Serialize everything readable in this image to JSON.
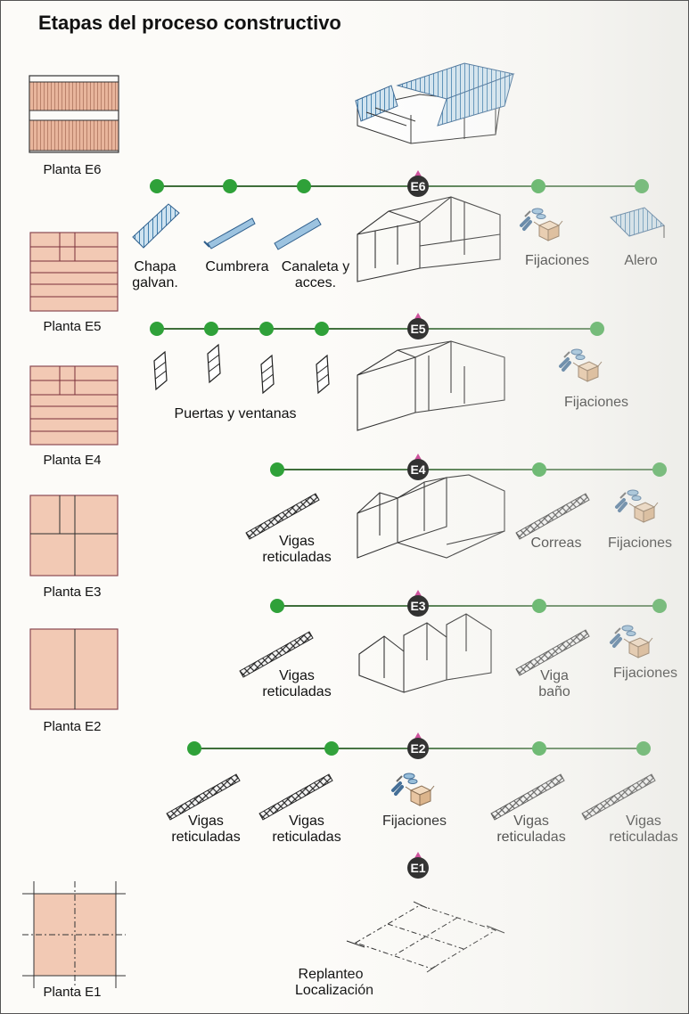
{
  "title": "Etapas del proceso constructivo",
  "colors": {
    "timeline_line": "#3e6e3a",
    "node_fill": "#2fa139",
    "badge_fill": "#111111",
    "badge_marker": "#c8378f",
    "plan_fill": "#f2c9b4",
    "plan_stroke": "#8a4a52"
  },
  "plans": [
    {
      "id": "E6",
      "caption": "Planta E6"
    },
    {
      "id": "E5",
      "caption": "Planta E5"
    },
    {
      "id": "E4",
      "caption": "Planta E4"
    },
    {
      "id": "E3",
      "caption": "Planta E3"
    },
    {
      "id": "E2",
      "caption": "Planta E2"
    },
    {
      "id": "E1",
      "caption": "Planta E1"
    }
  ],
  "stages": [
    {
      "id": "E6",
      "badge": "E6",
      "items": [
        {
          "icon": "corrugated-sheet-icon",
          "label": "Chapa galvan."
        },
        {
          "icon": "ridge-cap-icon",
          "label": "Cumbrera"
        },
        {
          "icon": "gutter-icon",
          "label": "Canaleta y acces."
        },
        {
          "icon": "fasteners-icon",
          "label": "Fijaciones"
        },
        {
          "icon": "eave-icon",
          "label": "Alero"
        }
      ]
    },
    {
      "id": "E5",
      "badge": "E5",
      "items": [
        {
          "icon": "door-window-icon",
          "label": "Puertas y ventanas"
        },
        {
          "icon": "fasteners-icon",
          "label": "Fijaciones"
        }
      ]
    },
    {
      "id": "E4",
      "badge": "E4",
      "items": [
        {
          "icon": "lattice-beam-icon",
          "label": "Vigas reticuladas"
        },
        {
          "icon": "lattice-beam-icon",
          "label": "Correas"
        },
        {
          "icon": "fasteners-icon",
          "label": "Fijaciones"
        }
      ]
    },
    {
      "id": "E3",
      "badge": "E3",
      "items": [
        {
          "icon": "lattice-beam-icon",
          "label": "Vigas reticuladas"
        },
        {
          "icon": "lattice-beam-icon",
          "label": "Viga baño"
        },
        {
          "icon": "fasteners-icon",
          "label": "Fijaciones"
        }
      ]
    },
    {
      "id": "E2",
      "badge": "E2",
      "items": [
        {
          "icon": "lattice-beam-icon",
          "label": "Vigas reticuladas"
        },
        {
          "icon": "lattice-beam-icon",
          "label": "Vigas reticuladas"
        },
        {
          "icon": "fasteners-icon",
          "label": "Fijaciones"
        },
        {
          "icon": "lattice-beam-icon",
          "label": "Vigas reticuladas"
        },
        {
          "icon": "lattice-beam-icon",
          "label": "Vigas reticuladas"
        }
      ]
    },
    {
      "id": "E1",
      "badge": "E1",
      "items": [
        {
          "icon": "layout-grid-icon",
          "label": "Replanteo Localización"
        }
      ]
    }
  ]
}
